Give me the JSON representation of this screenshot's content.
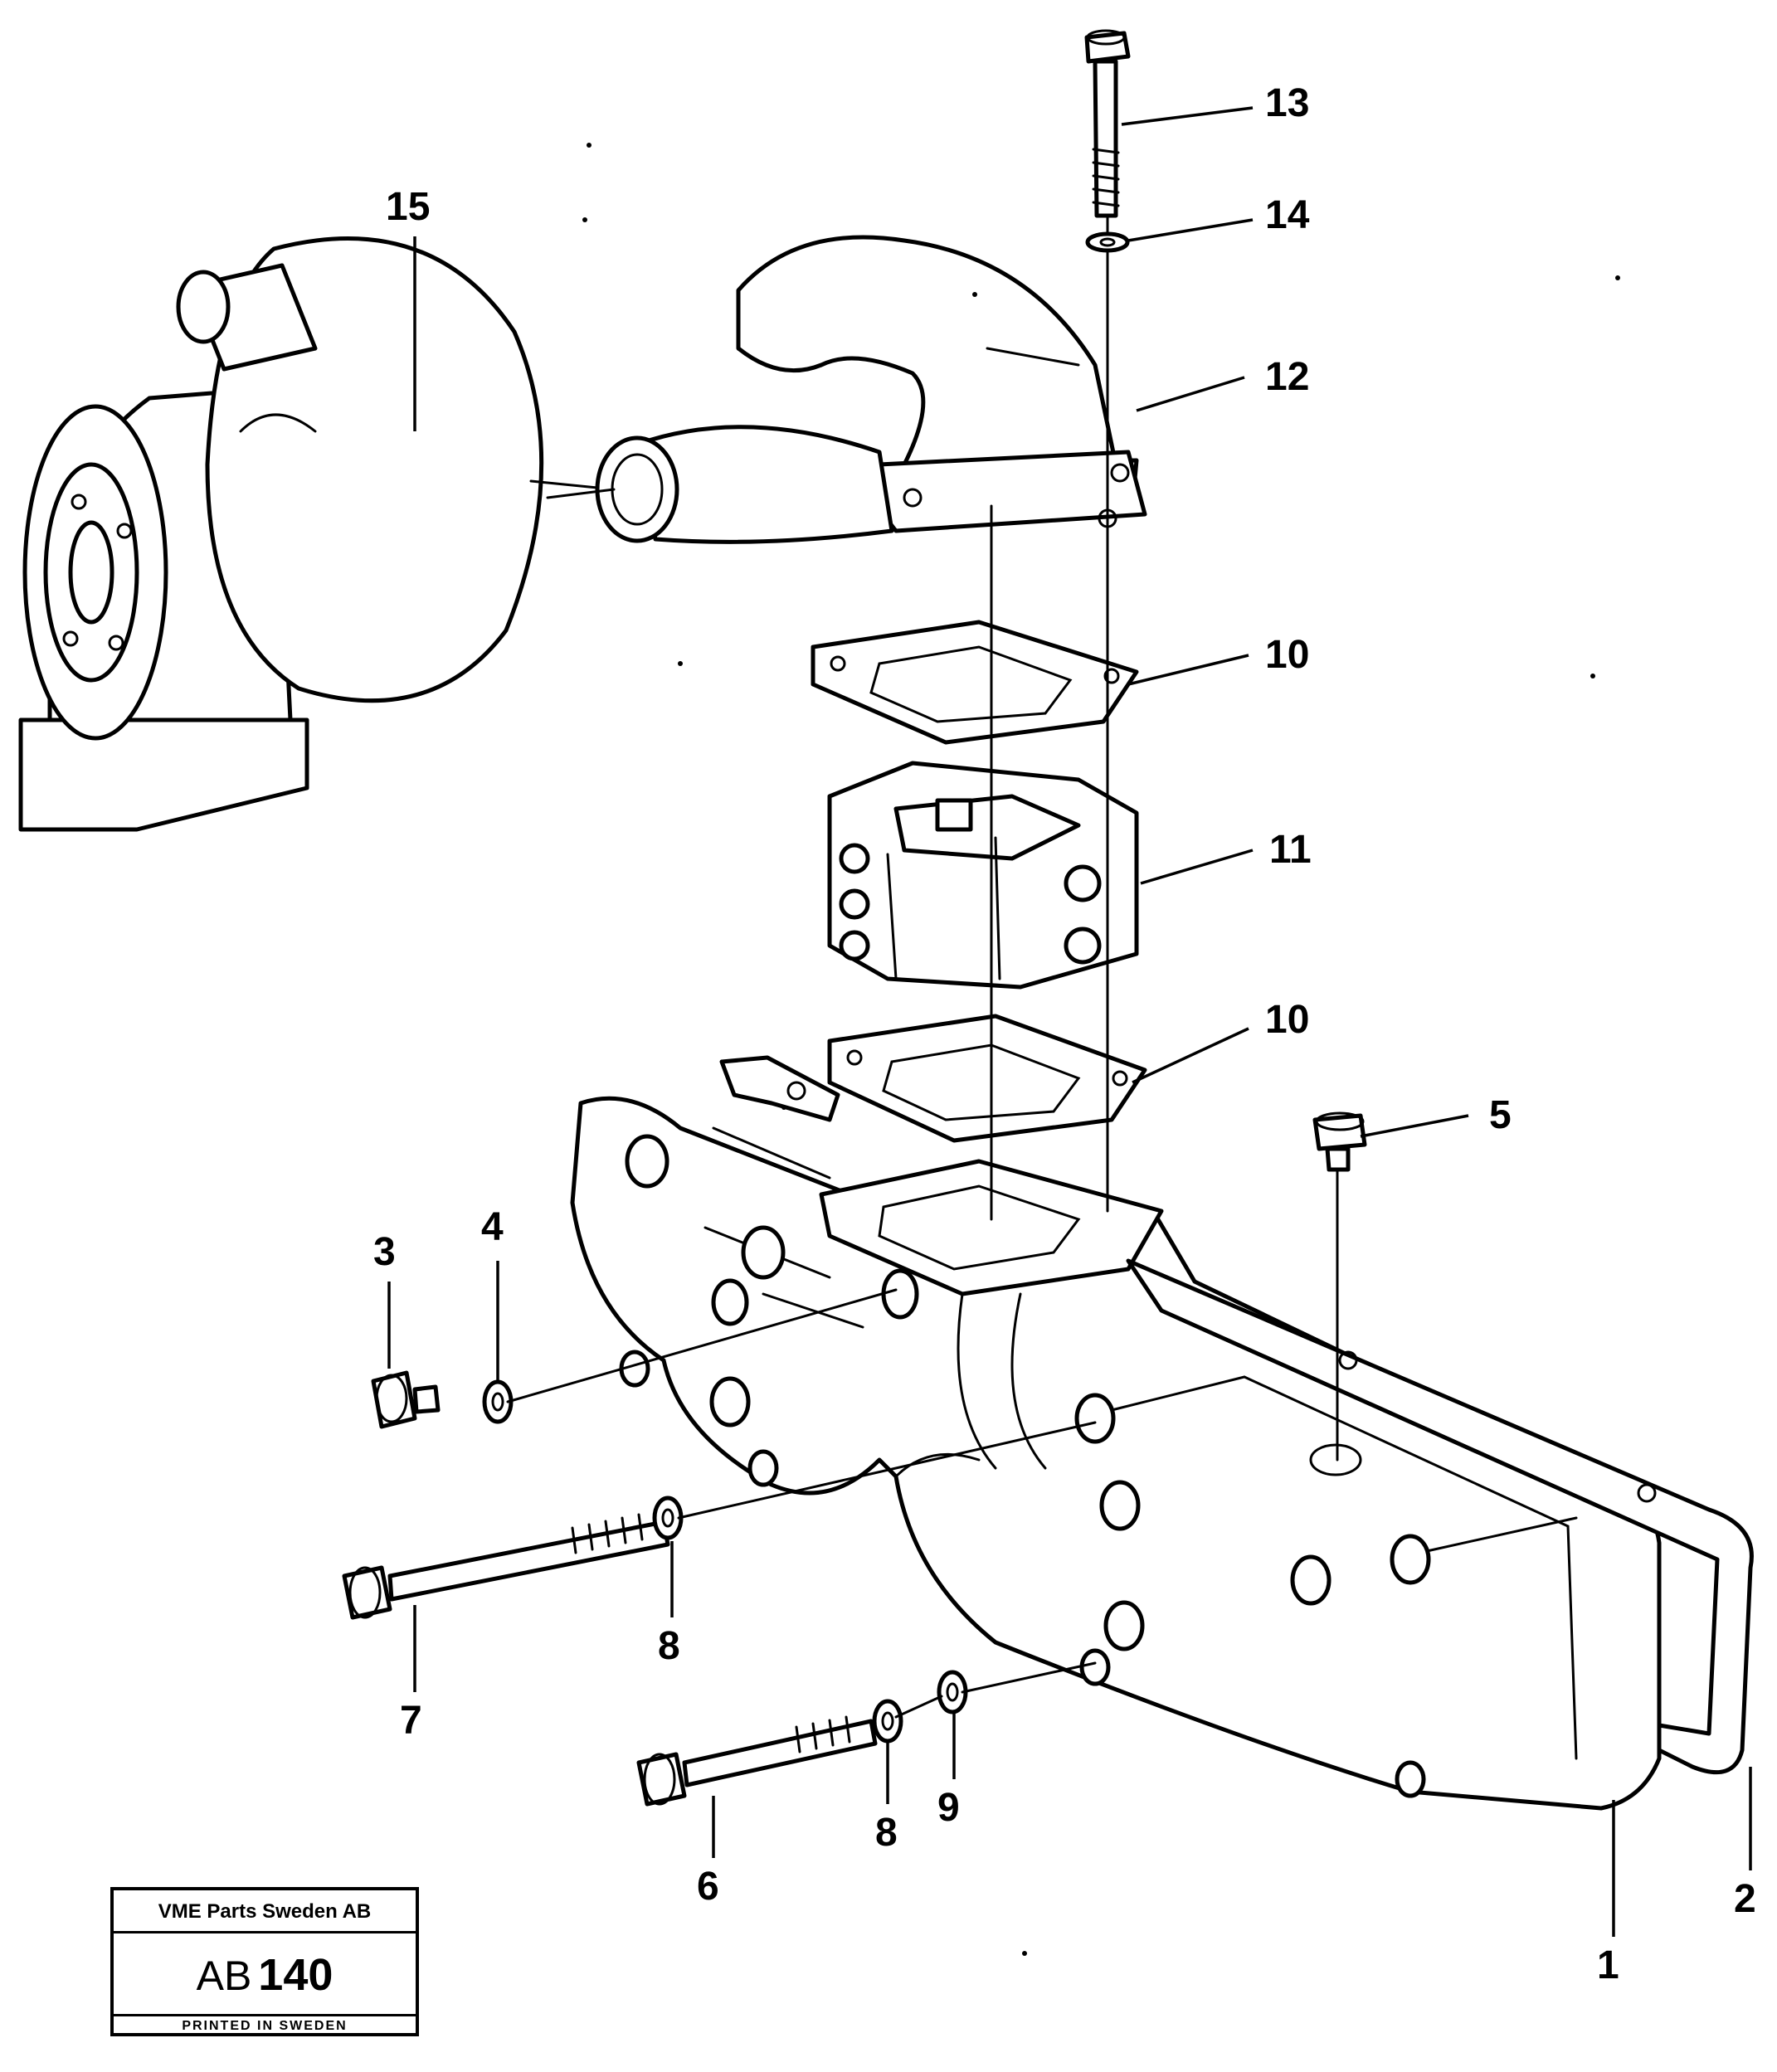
{
  "callouts": {
    "c1": "1",
    "c2": "2",
    "c3": "3",
    "c4": "4",
    "c5": "5",
    "c6": "6",
    "c7": "7",
    "c8a": "8",
    "c8b": "8",
    "c9": "9",
    "c10a": "10",
    "c10b": "10",
    "c11": "11",
    "c12": "12",
    "c13": "13",
    "c14": "14",
    "c15": "15"
  },
  "title_block": {
    "company": "VME Parts Sweden AB",
    "code_prefix": "AB",
    "code_number": "140",
    "printed": "PRINTED IN SWEDEN"
  }
}
